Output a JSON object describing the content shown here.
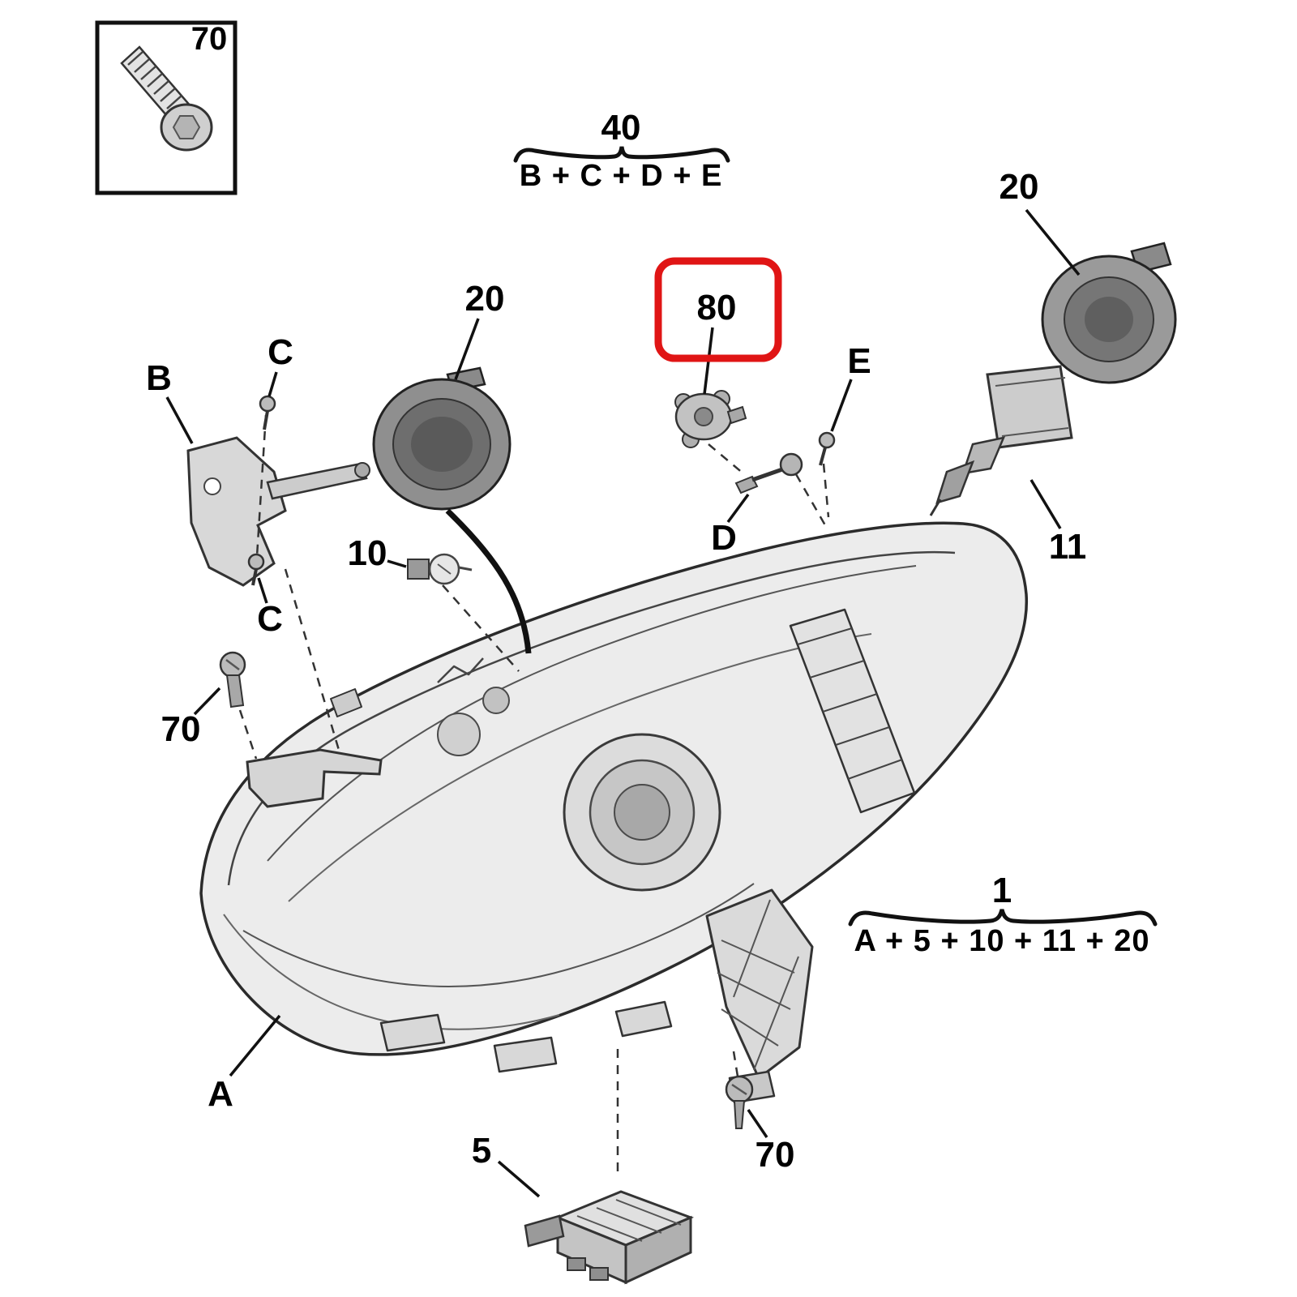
{
  "diagram": {
    "inset": {
      "label": "70"
    },
    "groups": {
      "top": {
        "number": "40",
        "formula": "B + C + D + E"
      },
      "bottom": {
        "number": "1",
        "formula": "A + 5 + 10 + 11 + 20"
      }
    },
    "highlight": {
      "label": "80",
      "color": "#e01515"
    },
    "labels": {
      "cap_left": "20",
      "cap_right": "20",
      "bracket_b": "B",
      "screw_c_top": "C",
      "screw_c_bottom": "C",
      "rod_d": "D",
      "clip_e": "E",
      "bulb_10": "10",
      "bulb_11": "11",
      "screw_70_left": "70",
      "screw_70_bottom": "70",
      "headlight_a": "A",
      "module_5": "5"
    }
  }
}
